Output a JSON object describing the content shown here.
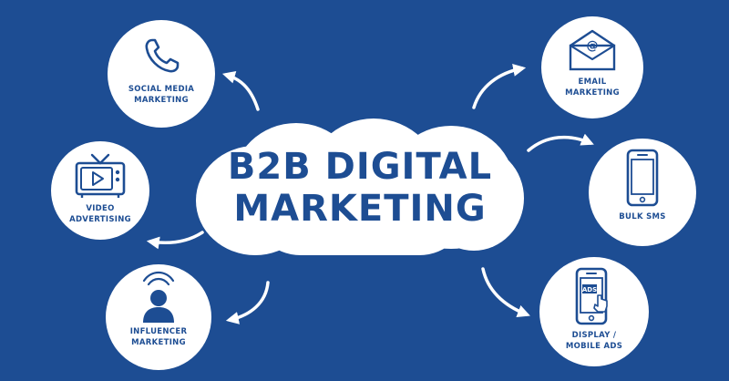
{
  "center": {
    "line1": "B2B DIGITAL",
    "line2": "MARKETING"
  },
  "nodes": {
    "social": {
      "line1": "SOCIAL MEDIA",
      "line2": "MARKETING",
      "icon": "phone-icon"
    },
    "video": {
      "line1": "VIDEO",
      "line2": "ADVERTISING",
      "icon": "tv-play-icon"
    },
    "influencer": {
      "line1": "INFLUENCER",
      "line2": "MARKETING",
      "icon": "person-broadcast-icon"
    },
    "email": {
      "line1": "EMAIL",
      "line2": "MARKETING",
      "icon": "envelope-at-icon"
    },
    "sms": {
      "line1": "BULK SMS",
      "icon": "smartphone-icon"
    },
    "display": {
      "line1": "DISPLAY /",
      "line2": "MOBILE ADS",
      "icon": "phone-ads-tap-icon",
      "badge": "ADS"
    }
  },
  "colors": {
    "background": "#1d4d93",
    "foreground": "#ffffff",
    "text": "#1d4d93"
  }
}
